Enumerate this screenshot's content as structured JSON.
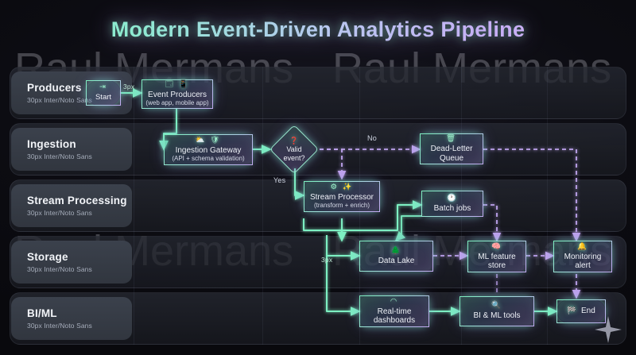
{
  "title": "Modern Event-Driven Analytics Pipeline",
  "watermark": "Raul Mermans",
  "colors": {
    "background": "#0a0a0f",
    "accent_green": "#7cf0c0",
    "accent_purple": "#c3a9f2",
    "lane_panel": "#343a44",
    "text_primary": "#eef1f7",
    "text_muted": "#a6adbb"
  },
  "lanes": [
    {
      "title": "Producers",
      "subtitle": "30px Inter/Noto Sans"
    },
    {
      "title": "Ingestion",
      "subtitle": "30px Inter/Noto Sans"
    },
    {
      "title": "Stream Processing",
      "subtitle": "30px Inter/Noto Sans"
    },
    {
      "title": "Storage",
      "subtitle": "30px Inter/Noto Sans"
    },
    {
      "title": "BI/ML",
      "subtitle": "30px Inter/Noto Sans"
    }
  ],
  "nodes": {
    "start": {
      "label": "Start",
      "sub": "",
      "icon": "start-icon"
    },
    "producers": {
      "label": "Event Producers",
      "sub": "(web app, mobile app)",
      "icon": "devices-icon"
    },
    "gateway": {
      "label": "Ingestion Gateway",
      "sub": "(API + schema validation)",
      "icon": "cloud-shield-icon"
    },
    "decision": {
      "label_line1": "Valid",
      "label_line2": "event?",
      "icon": "question-icon"
    },
    "dlq": {
      "label_line1": "Dead-Letter",
      "label_line2": "Queue",
      "icon": "trash-icon"
    },
    "processor": {
      "label": "Stream Processor",
      "sub": "(transform + enrich)",
      "icon": "gears-wand-icon"
    },
    "batch": {
      "label": "Batch jobs",
      "sub": "",
      "icon": "clock-icon"
    },
    "datalake": {
      "label": "Data Lake",
      "sub": "",
      "icon": "datalake-icon"
    },
    "mlstore": {
      "label_line1": "ML feature",
      "label_line2": "store",
      "icon": "brain-icon"
    },
    "monitoring": {
      "label_line1": "Monitoring",
      "label_line2": "alert",
      "icon": "bell-icon"
    },
    "dashboards": {
      "label_line1": "Real-time",
      "label_line2": "dashboards",
      "icon": "gauge-icon"
    },
    "bitools": {
      "label": "BI & ML tools",
      "sub": "",
      "icon": "analytics-icon"
    },
    "end": {
      "label": "End",
      "sub": "",
      "icon": "flag-icon"
    }
  },
  "edge_labels": {
    "stroke_top": "3px",
    "stroke_storage": "3px",
    "no": "No",
    "yes": "Yes"
  }
}
